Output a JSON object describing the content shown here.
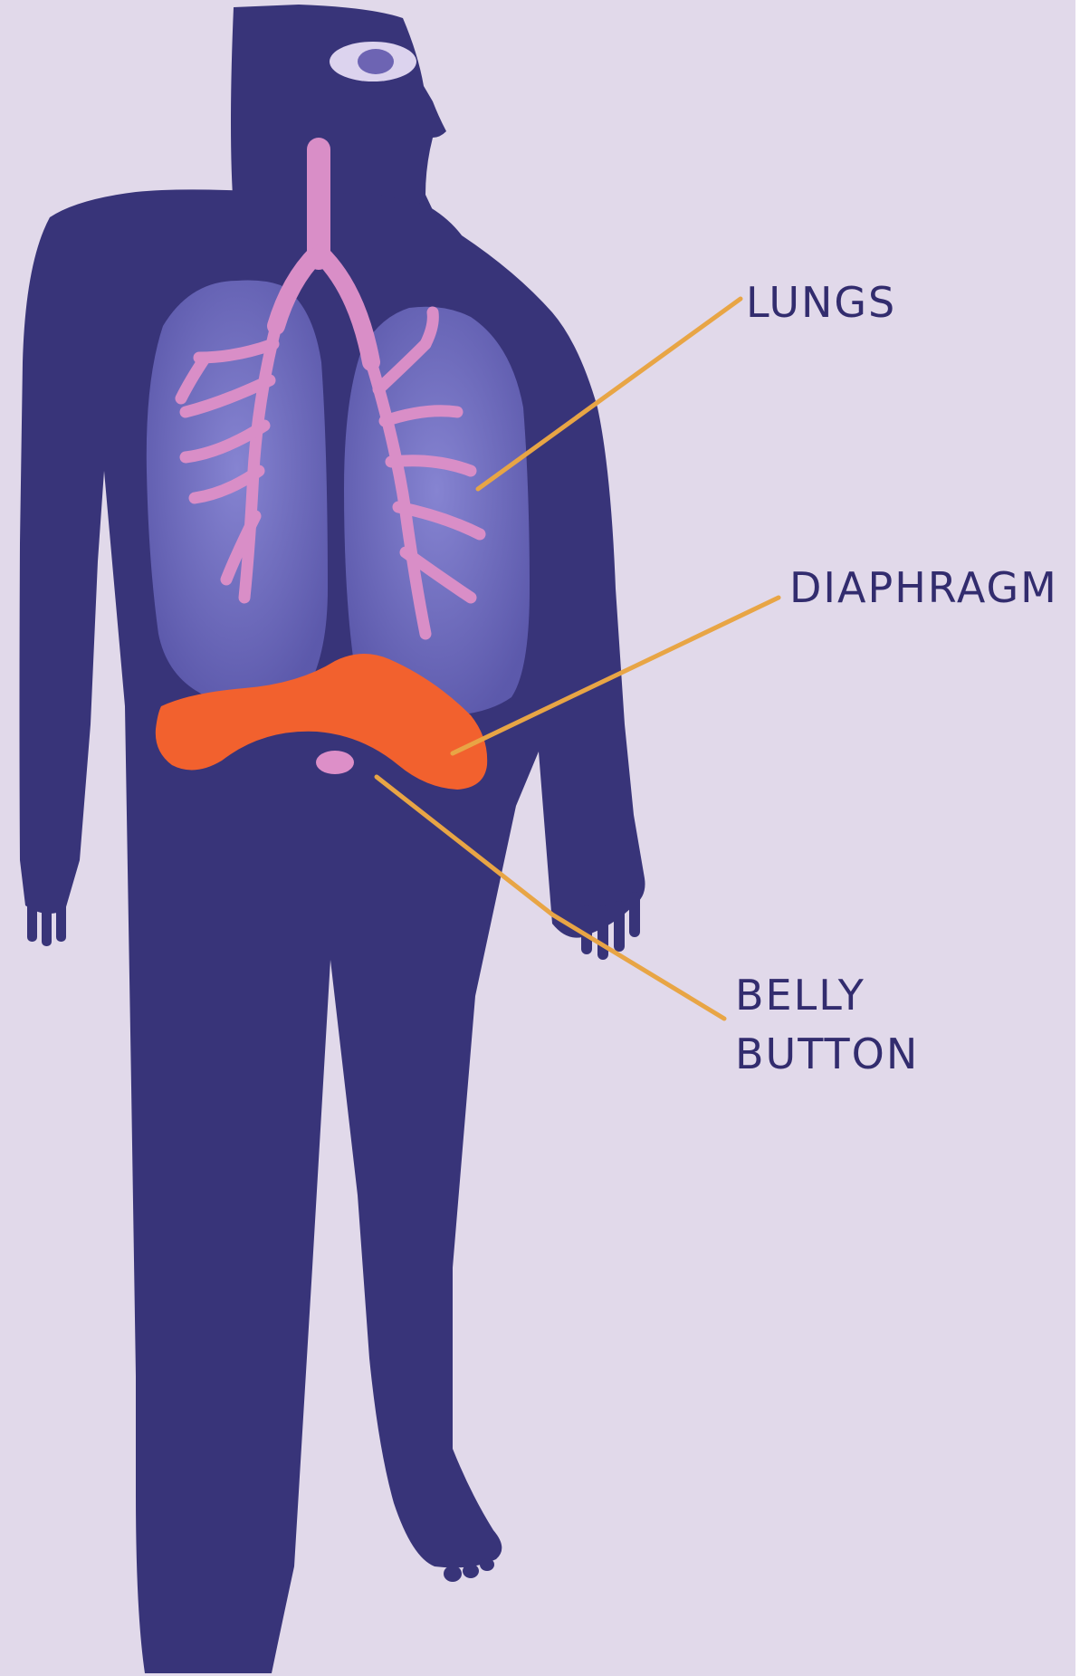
{
  "colors": {
    "background": "#e1d9ea",
    "body": "#383479",
    "lungs": "#6f6cbd",
    "airways": "#d98ec7",
    "diaphragm": "#f2612e",
    "belly_button": "#dd8fc8",
    "leader_line": "#e8a545",
    "label_text": "#322c6e"
  },
  "labels": {
    "lungs": "LUNGS",
    "diaphragm": "DIAPHRAGM",
    "belly_line1": "BELLY",
    "belly_line2": "BUTTON"
  }
}
